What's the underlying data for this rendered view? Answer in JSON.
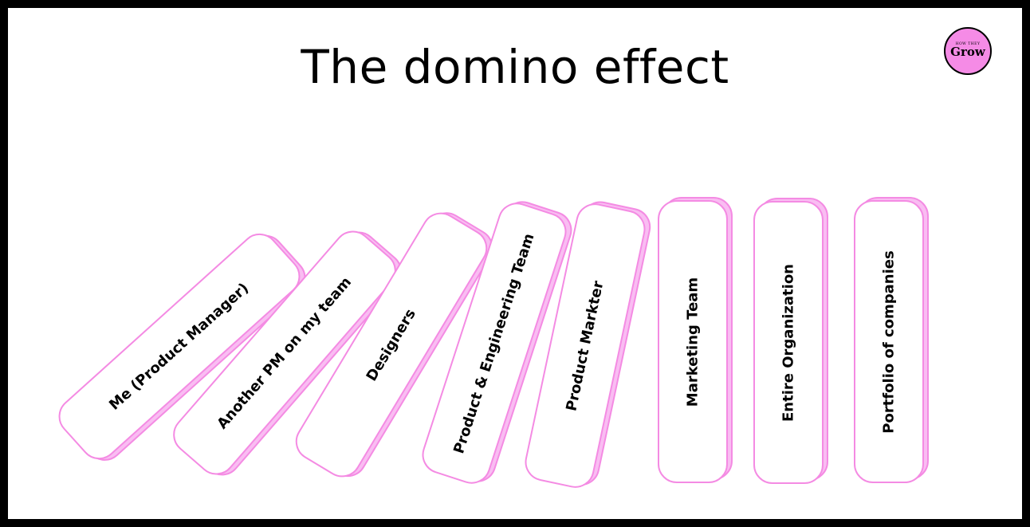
{
  "title": "The domino effect",
  "logo": {
    "top_text": "HOW THEY",
    "main_text": "Grow"
  },
  "dominoes": [
    {
      "label": "Me (Product Manager)"
    },
    {
      "label": "Another PM on my team"
    },
    {
      "label": "Designers"
    },
    {
      "label": "Product & Engineering Team"
    },
    {
      "label": "Product Markter"
    },
    {
      "label": "Marketing Team"
    },
    {
      "label": "Entire Organization"
    },
    {
      "label": "Portfolio of companies"
    }
  ],
  "colors": {
    "domino_border": "#f48be3",
    "domino_shadow": "#f9bdf2",
    "logo_bg": "#f58be6",
    "frame_border": "#000000"
  }
}
